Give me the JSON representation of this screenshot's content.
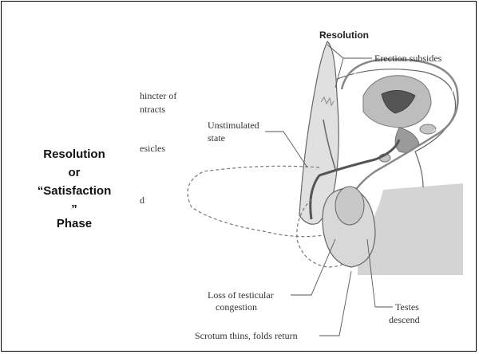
{
  "slide": {
    "title_lines": [
      "Resolution",
      "or",
      "“Satisfaction",
      "”",
      "Phase"
    ]
  },
  "figure": {
    "heading": "Resolution",
    "labels": {
      "erection": "Erection subsides",
      "sphincter_1": "hincter of",
      "sphincter_2": "ntracts",
      "unstim_1": "Unstimulated",
      "unstim_2": "state",
      "vesicles": "esicles",
      "partial_d": "d",
      "loss_1": "Loss of testicular",
      "loss_2": "congestion",
      "testes_1": "Testes",
      "testes_2": "descend",
      "scrotum": "Scrotum thins, folds return"
    },
    "colors": {
      "skin": "#d4d4d4",
      "organ": "#b0b0b0",
      "organ_dark": "#555555",
      "line": "#555555"
    }
  }
}
